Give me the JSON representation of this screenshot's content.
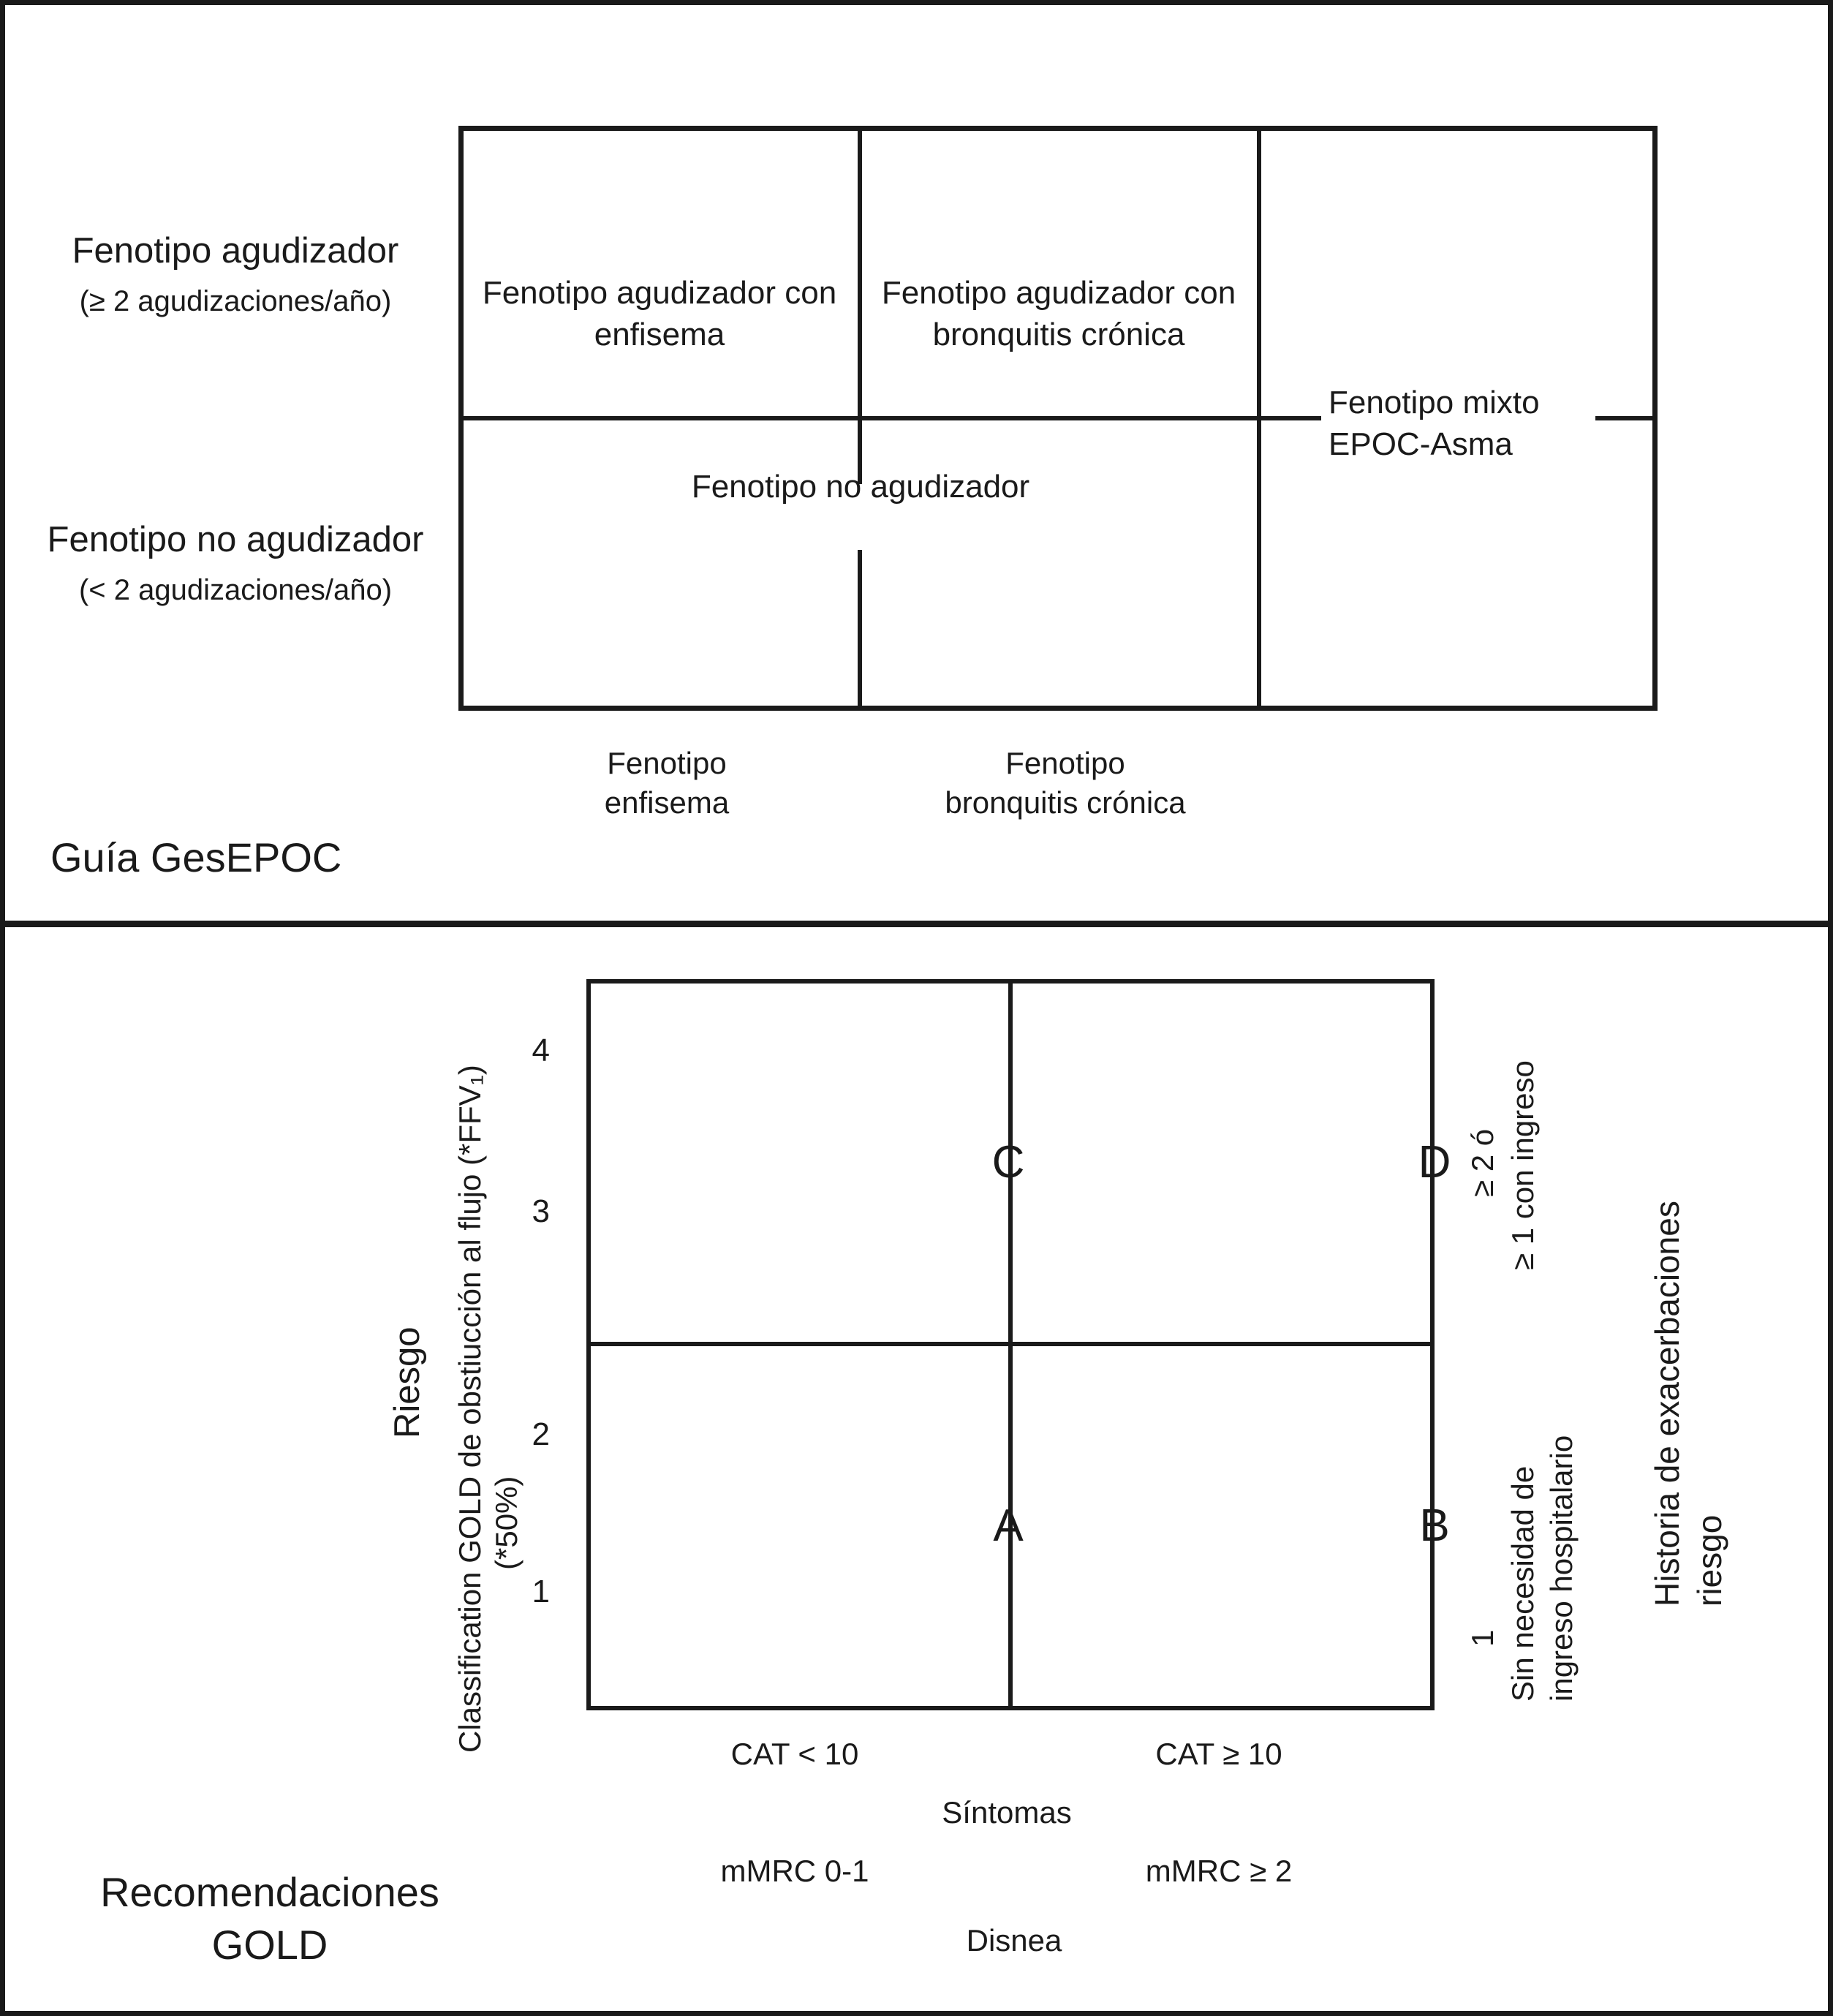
{
  "panel_gesepoc": {
    "title": "Guía GesEPOC",
    "row_labels": [
      {
        "line1": "Fenotipo agudizador",
        "line2": "(≥ 2 agudizaciones/año)"
      },
      {
        "line1": "Fenotipo no agudizador",
        "line2": "(< 2 agudizaciones/año)"
      }
    ],
    "cells": {
      "exacerbator_emphysema": "Fenotipo agudizador\ncon enfisema",
      "exacerbator_bronchitis": "Fenotipo agudizador\ncon bronquitis crónica",
      "mixed": "Fenotipo mixto\nEPOC-Asma",
      "non_exacerbator": "Fenotipo no agudizador"
    },
    "column_labels": [
      "Fenotipo\nenfisema",
      "Fenotipo\nbronquitis crónica"
    ]
  },
  "panel_gold": {
    "title": "Recomendaciones\nGOLD",
    "y_axis_outer": "Riesgo",
    "y_axis_inner_line1": "Classification GOLD de obstiucción al flujo (*FFV₁)",
    "y_axis_inner_line2": "(*50%)",
    "y_ticks": [
      "4",
      "3",
      "2",
      "1"
    ],
    "quadrants": {
      "top_left": "C",
      "top_right": "D",
      "bottom_left": "A",
      "bottom_right": "B"
    },
    "right_axis_high_num": "≥ 2 ó",
    "right_axis_high_text": "≥ 1 con ingreso",
    "right_axis_low_num": "1",
    "right_axis_low_text": "Sin necesidad de\ningreso hospitalario",
    "right_axis_outer": "Historia de exacerbaciones\nriesgo",
    "x_labels_symptoms": [
      "CAT < 10",
      "CAT ≥ 10"
    ],
    "x_axis_symptoms": "Síntomas",
    "x_labels_dyspnea": [
      "mMRC 0-1",
      "mMRC ≥ 2"
    ],
    "x_axis_dyspnea": "Disnea"
  },
  "colors": {
    "ink": "#1a1a1a",
    "paper": "#ffffff"
  }
}
